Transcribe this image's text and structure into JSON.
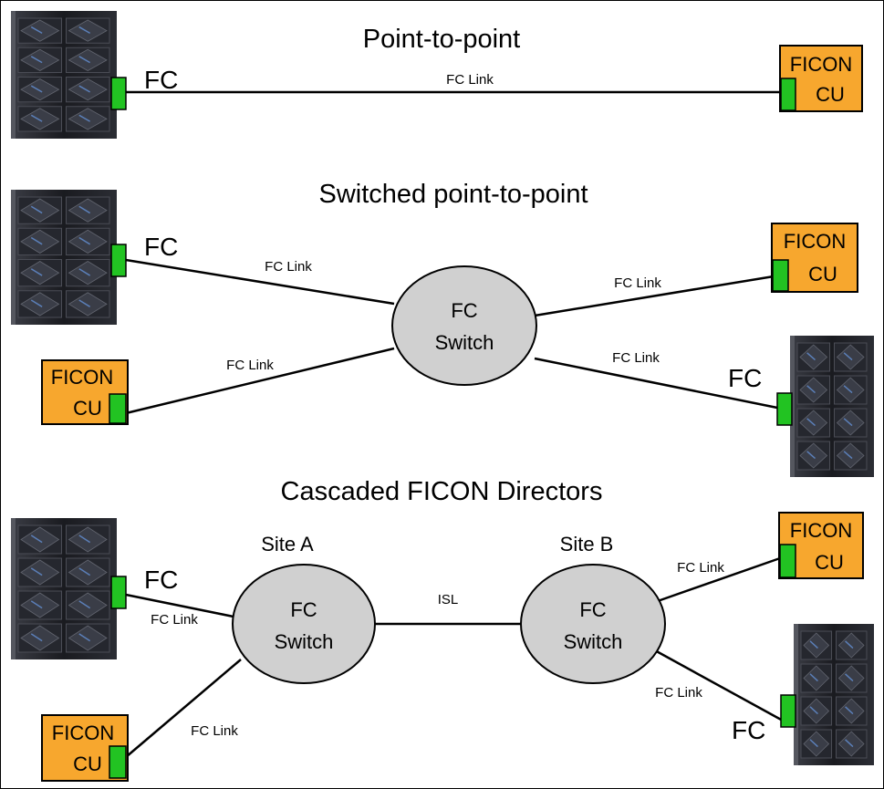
{
  "sections": [
    {
      "title": "Point-to-point"
    },
    {
      "title": "Switched point-to-point"
    },
    {
      "title": "Cascaded FICON Directors"
    }
  ],
  "labels": {
    "fc": "FC",
    "fc_link": "FC Link",
    "isl": "ISL",
    "site_a": "Site A",
    "site_b": "Site B"
  },
  "control_unit": {
    "line1": "FICON",
    "line2": "CU"
  },
  "fc_switch": {
    "line1": "FC",
    "line2": "Switch"
  },
  "colors": {
    "control_unit_fill": "#f7a72e",
    "port_fill": "#22c322",
    "switch_fill": "#d0d0d0",
    "server_body": "#1e1f24"
  },
  "icons": {
    "server": "mainframe-server-icon"
  }
}
